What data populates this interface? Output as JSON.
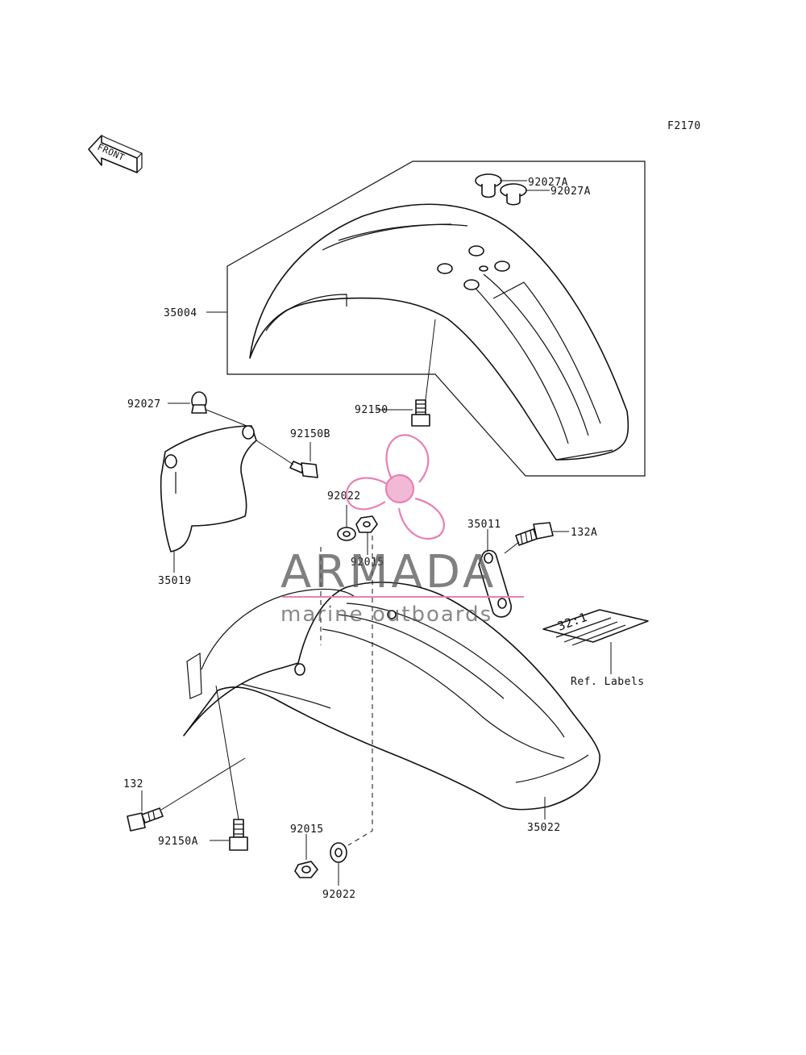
{
  "figure_code": "F2170",
  "front_arrow_label": "FRONT",
  "colors": {
    "line": "#111111",
    "watermark": "#e87fb4",
    "watermark_text": "#555555"
  },
  "watermark": {
    "brand": "ARMADA",
    "tagline": "marine outboards"
  },
  "ref_labels": {
    "label": "Ref. Labels",
    "sticker_text": "32:1"
  },
  "callouts": {
    "c92027A_top": "92027A",
    "c92027A_bottom": "92027A",
    "c35004": "35004",
    "c92027": "92027",
    "c92150": "92150",
    "c92150B": "92150B",
    "c92022_top": "92022",
    "c92015_top": "92015",
    "c35011": "35011",
    "c132A": "132A",
    "c35019": "35019",
    "c132": "132",
    "c92150A": "92150A",
    "c92015_bottom": "92015",
    "c92022_bottom": "92022",
    "c35022": "35022"
  }
}
